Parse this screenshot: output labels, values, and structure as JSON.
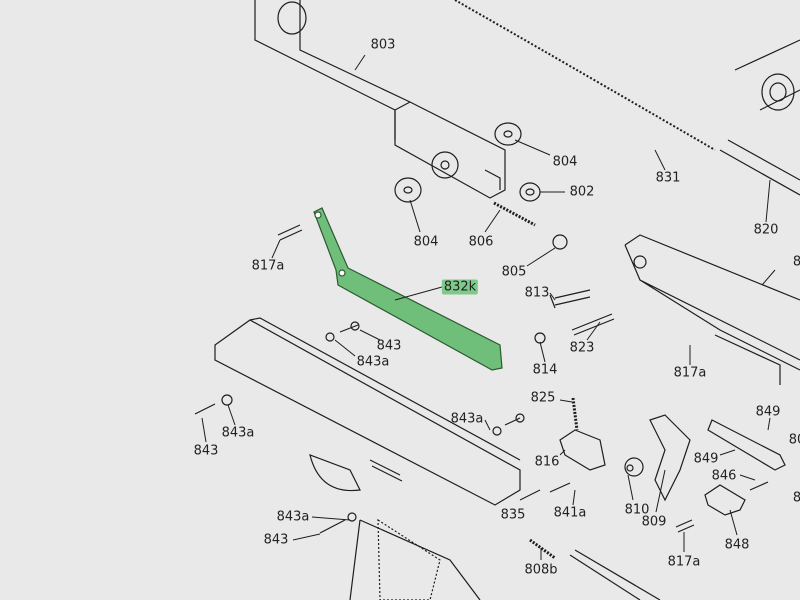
{
  "highlight_color": "#6fbf7a",
  "highlighted_part": "832k",
  "labels": [
    "803",
    "804",
    "802",
    "831",
    "820",
    "804",
    "806",
    "805",
    "817a",
    "832k",
    "813",
    "823",
    "843",
    "843a",
    "814",
    "817a",
    "825",
    "849",
    "80",
    "843",
    "843a",
    "843a",
    "816",
    "849",
    "846",
    "8",
    "841a",
    "810",
    "835",
    "809",
    "848",
    "843a",
    "843",
    "817a",
    "808b",
    "8"
  ]
}
